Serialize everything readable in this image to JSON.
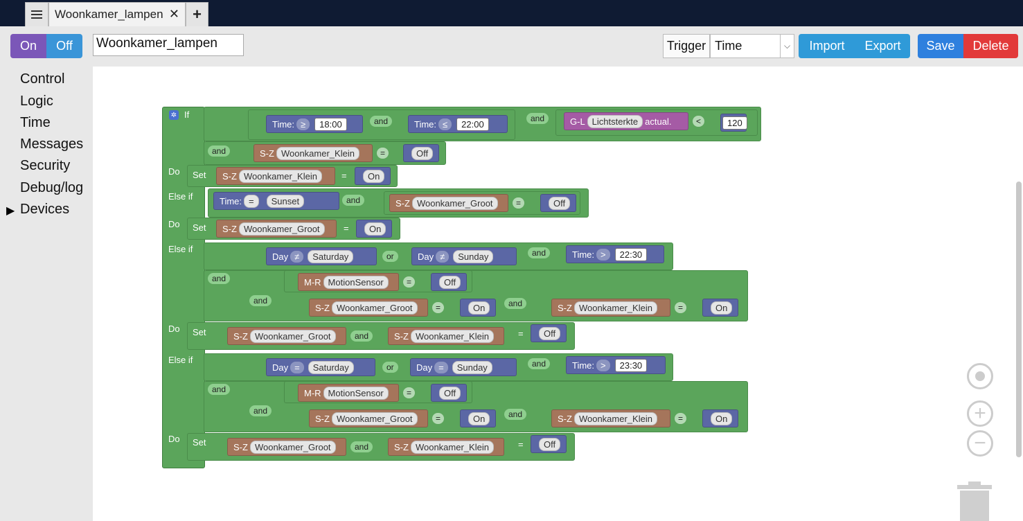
{
  "tabs": {
    "active_label": "Woonkamer_lampen",
    "close_glyph": "✕",
    "add_glyph": "+"
  },
  "toolbar": {
    "on": "On",
    "off": "Off",
    "script_name": "Woonkamer_lampen",
    "trigger_label": "Trigger",
    "trigger_value": "Time",
    "import": "Import",
    "export": "Export",
    "save": "Save",
    "delete": "Delete"
  },
  "sidebar": {
    "items": [
      "Control",
      "Logic",
      "Time",
      "Messages",
      "Security",
      "Debug/log",
      "Devices"
    ]
  },
  "kw": {
    "if": "If",
    "do": "Do",
    "elseif": "Else if",
    "set": "Set",
    "and": "and",
    "or": "or",
    "time": "Time:",
    "day": "Day",
    "eq": "=",
    "sz": "S-Z",
    "mr": "M-R",
    "gl": "G-L",
    "actual": "actual.",
    "ge": "≥",
    "le": "≤",
    "gt": ">",
    "lt": "<",
    "ne": "≠"
  },
  "values": {
    "t1800": "18:00",
    "t2200": "22:00",
    "t2230": "22:30",
    "t2330": "23:30",
    "n120": "120",
    "sunset": "Sunset",
    "saturday": "Saturday",
    "sunday": "Sunday",
    "klein": "Woonkamer_Klein",
    "groot": "Woonkamer_Groot",
    "motion": "MotionSensor",
    "licht": "Lichtsterkte",
    "on": "On",
    "off": "Off"
  },
  "colors": {
    "logic_green": "#5ba55b",
    "time_blue": "#5b67a5",
    "device_brown": "#a5755b",
    "sensor_purple": "#a55ba5"
  }
}
